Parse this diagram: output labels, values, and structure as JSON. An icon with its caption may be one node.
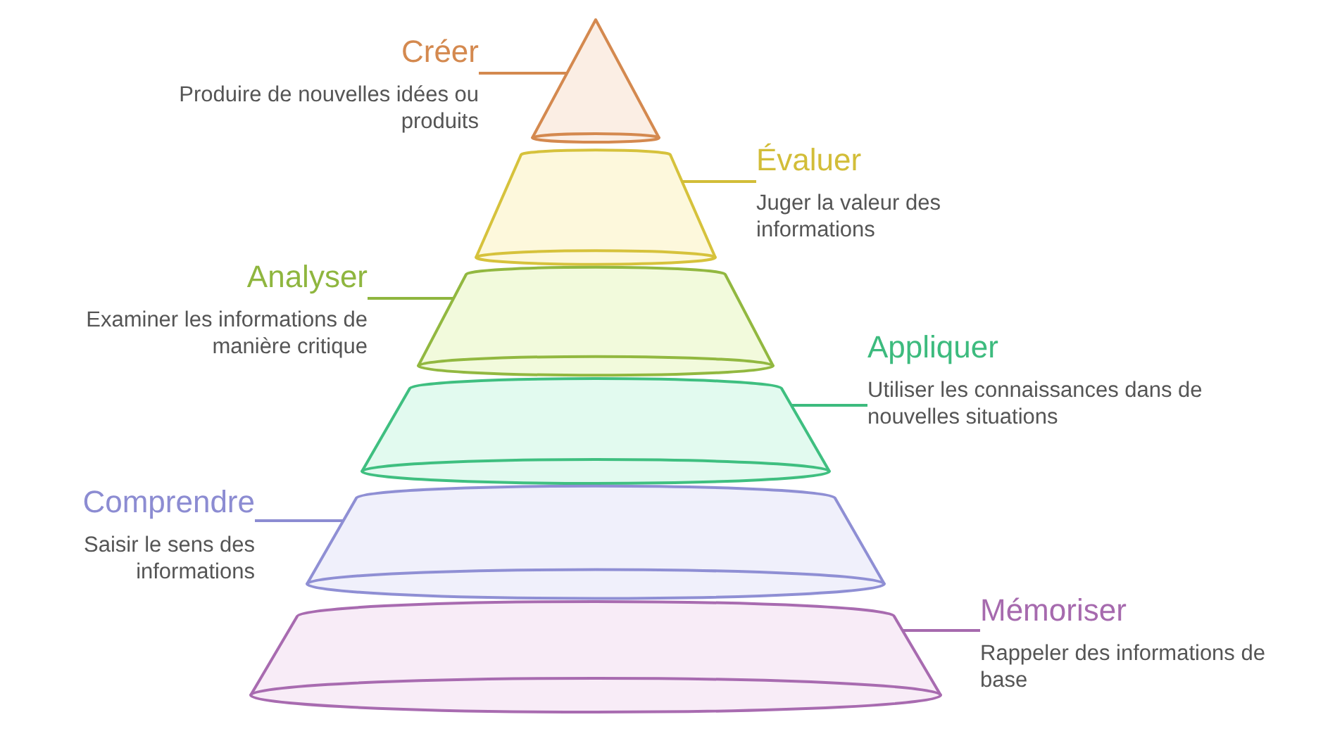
{
  "diagram": {
    "nodes": [
      {
        "text": [
          "Créer",
          "Produire de nouvelles idées ou produits"
        ]
      },
      {
        "text": [
          "Évaluer",
          "Juger la valeur des informations"
        ]
      },
      {
        "text": [
          "Analyser",
          "Examiner les informations de manière critique"
        ]
      },
      {
        "text": [
          "Appliquer",
          "Utiliser les connaissances dans de nouvelles situations"
        ]
      },
      {
        "text": [
          "Comprendre",
          "Saisir le sens des informations"
        ]
      },
      {
        "text": [
          "Mémoriser",
          "Rappeler des informations de base"
        ]
      },
      {
        "text": [],
        "shape": "cone"
      },
      {
        "text": [],
        "shape": "band"
      },
      {
        "text": [],
        "shape": "band"
      },
      {
        "text": [],
        "shape": "band"
      },
      {
        "text": [],
        "shape": "band"
      },
      {
        "text": [],
        "shape": "band"
      }
    ],
    "edges": [
      {
        "from": 0,
        "to": 6,
        "arrow": "none",
        "color": "#d4894f"
      },
      {
        "from": 1,
        "to": 7,
        "arrow": "none",
        "color": "#d2bd38"
      },
      {
        "from": 2,
        "to": 8,
        "arrow": "none",
        "color": "#8fb63f"
      },
      {
        "from": 3,
        "to": 9,
        "arrow": "none",
        "color": "#3dbb7e"
      },
      {
        "from": 4,
        "to": 10,
        "arrow": "none",
        "color": "#8c8cd2"
      },
      {
        "from": 5,
        "to": 11,
        "arrow": "none",
        "color": "#a66aae"
      }
    ]
  }
}
